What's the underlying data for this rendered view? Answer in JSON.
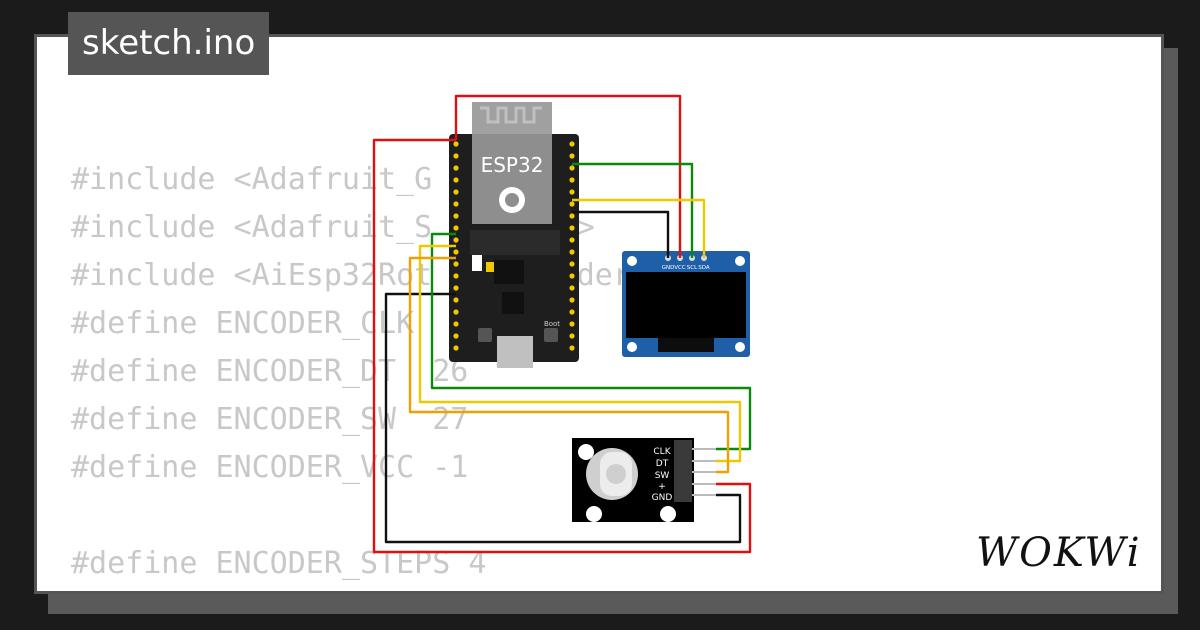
{
  "header": {
    "title": "sketch.ino"
  },
  "code": {
    "lines": [
      "#include <Adafruit_G",
      "#include <Adafruit_S       h>",
      "#include <AiEsp32Rot       oder",
      "#define ENCODER_CLK",
      "#define ENCODER_DT  26",
      "#define ENCODER_SW  27",
      "#define ENCODER_VCC -1",
      "",
      "#define ENCODER_STEPS 4"
    ]
  },
  "esp32": {
    "label": "ESP32",
    "boot_label": "Boot"
  },
  "oled": {
    "pins": [
      "GND",
      "VCC",
      "SCL",
      "SDA"
    ]
  },
  "encoder": {
    "pins": [
      "CLK",
      "DT",
      "SW",
      "+",
      "GND"
    ]
  },
  "logo": {
    "text": "WOKWi"
  },
  "colors": {
    "wire_red": "#e01010",
    "wire_green": "#0a8a0a",
    "wire_yellow": "#f0c800",
    "wire_orange": "#f0a000",
    "wire_black": "#111111",
    "oled_blue": "#1f5fa8"
  }
}
